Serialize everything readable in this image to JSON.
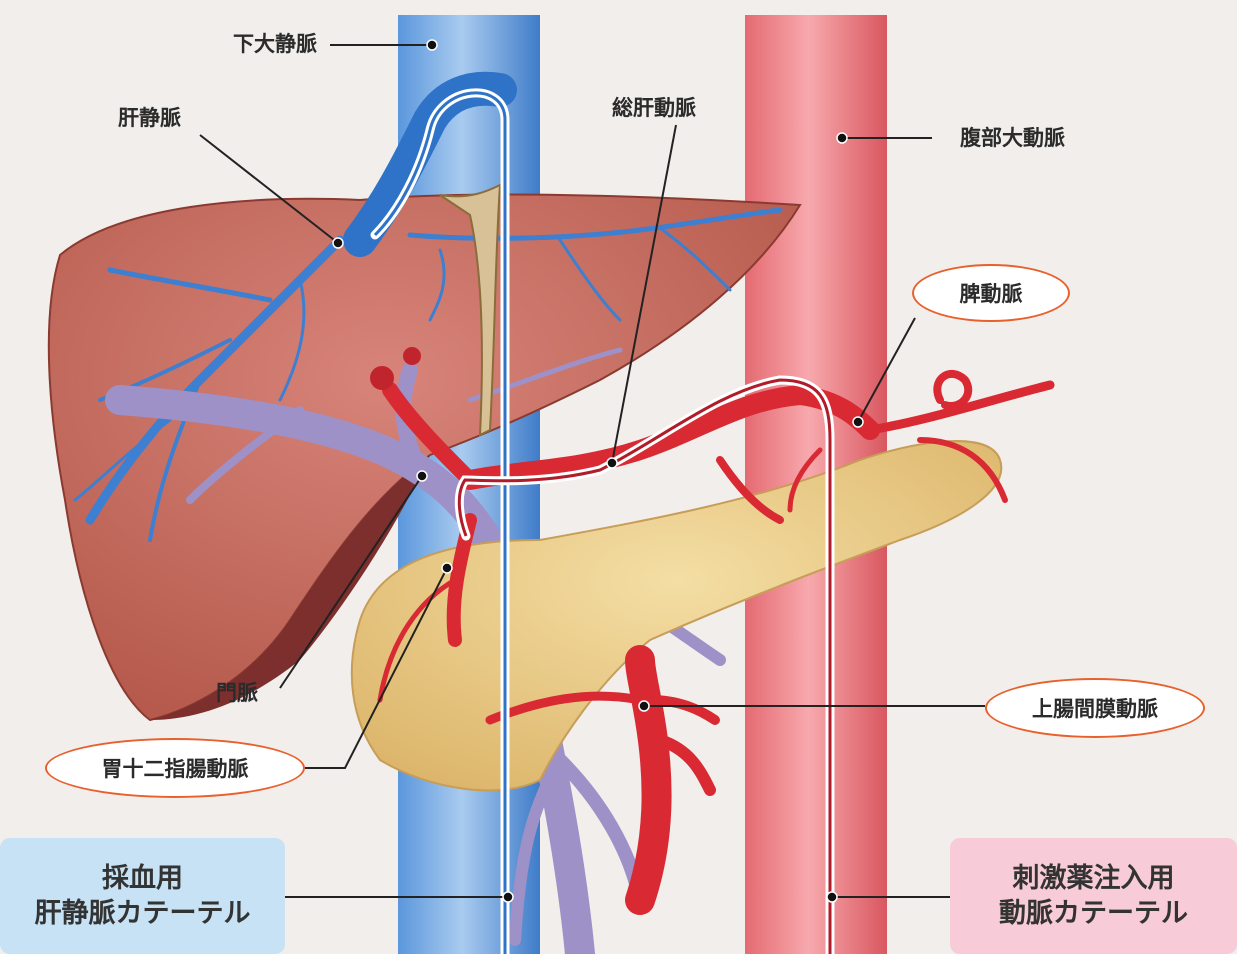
{
  "labels": {
    "ivc": "下大静脈",
    "hepatic_vein": "肝静脈",
    "common_hepatic_artery": "総肝動脈",
    "abdominal_aorta": "腹部大動脈",
    "splenic_artery": "脾動脈",
    "portal_vein": "門脈",
    "gastroduodenal_artery": "胃十二指腸動脈",
    "sma": "上腸間膜動脈"
  },
  "boxes": {
    "blood_sampling": {
      "line1": "採血用",
      "line2": "肝静脈カテーテル"
    },
    "stimulant_injection": {
      "line1": "刺激薬注入用",
      "line2": "動脈カテーテル"
    }
  },
  "colors": {
    "background": "#f1eeec",
    "vein_blue": "#3b7fd0",
    "artery_red": "#d92a33",
    "aorta_red": "#ec7a80",
    "portal_purple": "#9e91c8",
    "liver": "#c66858",
    "pancreas": "#eacc88",
    "highlight_oval": "#e8602c"
  }
}
